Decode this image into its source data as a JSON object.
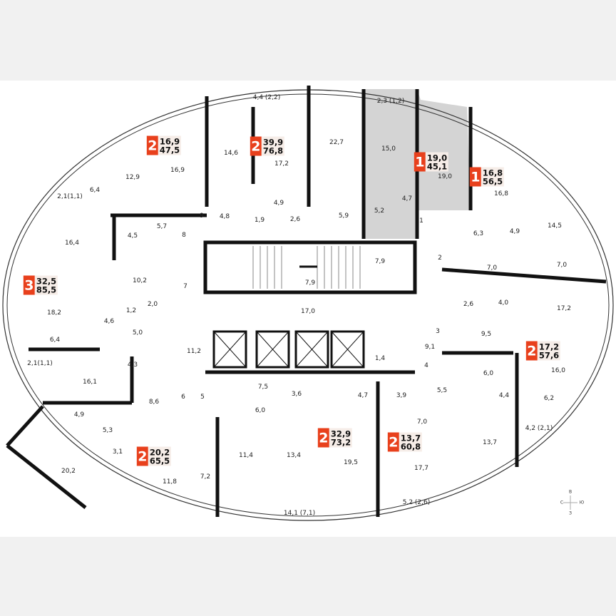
{
  "colors": {
    "badge": "#e8401c",
    "highlight": "#d4d4d4",
    "wall": "#111111"
  },
  "apartments": [
    {
      "rooms": "2",
      "living": "16,9",
      "total": "47,5"
    },
    {
      "rooms": "2",
      "living": "39,9",
      "total": "76,8"
    },
    {
      "rooms": "1",
      "living": "19,0",
      "total": "45,1",
      "highlighted": true
    },
    {
      "rooms": "1",
      "living": "16,8",
      "total": "56,5"
    },
    {
      "rooms": "3",
      "living": "32,5",
      "total": "85,5"
    },
    {
      "rooms": "2",
      "living": "17,2",
      "total": "57,6"
    },
    {
      "rooms": "2",
      "living": "20,2",
      "total": "65,5"
    },
    {
      "rooms": "2",
      "living": "32,9",
      "total": "73,2"
    },
    {
      "rooms": "2",
      "living": "13,7",
      "total": "60,8"
    }
  ],
  "room_labels": [
    "4,4 (2,2)",
    "2,3 (1,2)",
    "22,7",
    "15,0",
    "19,0",
    "14,6",
    "17,2",
    "12,9",
    "16,9",
    "6,4",
    "2,1(1,1)",
    "16,8",
    "14,5",
    "4,9",
    "6,3",
    "4,7",
    "5,2",
    "5,9",
    "4,9",
    "4,8",
    "9",
    "1,9",
    "2,6",
    "5,7",
    "8",
    "4,5",
    "16,4",
    "1",
    "2",
    "7,0",
    "7,0",
    "7,9",
    "7,9",
    "10,2",
    "7",
    "18,2",
    "1,2",
    "2,0",
    "4,6",
    "5,0",
    "6,4",
    "11,2",
    "17,0",
    "2,6",
    "4,0",
    "17,2",
    "3",
    "9,5",
    "9,1",
    "4,3",
    "1,4",
    "4",
    "2,1(1,1)",
    "16,1",
    "6,0",
    "16,0",
    "7,5",
    "3,6",
    "4,7",
    "3,9",
    "5,5",
    "4,4",
    "6,2",
    "6",
    "5",
    "8,6",
    "6,0",
    "7,0",
    "4,9",
    "5,3",
    "4,2 (2,1)",
    "3,1",
    "11,4",
    "13,4",
    "13,7",
    "19,5",
    "17,7",
    "11,8",
    "7,2",
    "20,2",
    "14,1 (7,1)",
    "5,2 (2,6)"
  ],
  "compass": {
    "north": "В",
    "west": "С",
    "east": "Ю",
    "south": "З"
  }
}
